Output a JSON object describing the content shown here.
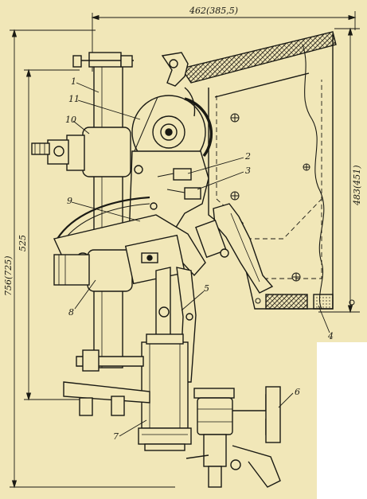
{
  "colors": {
    "paper": "#f1e7b8",
    "ink": "#1a1a14",
    "hatch": "#3a3528",
    "page_bg": "#ffffff"
  },
  "dimensions": {
    "top_width": "462(385,5)",
    "right_height": "483(451)",
    "left_outer": "756(725)",
    "left_inner": "525"
  },
  "callouts": [
    {
      "id": "1",
      "text": "1"
    },
    {
      "id": "11",
      "text": "11"
    },
    {
      "id": "10",
      "text": "10"
    },
    {
      "id": "2",
      "text": "2"
    },
    {
      "id": "3",
      "text": "3"
    },
    {
      "id": "9",
      "text": "9"
    },
    {
      "id": "8",
      "text": "8"
    },
    {
      "id": "5",
      "text": "5"
    },
    {
      "id": "4",
      "text": "4"
    },
    {
      "id": "6",
      "text": "6"
    },
    {
      "id": "7",
      "text": "7"
    }
  ]
}
